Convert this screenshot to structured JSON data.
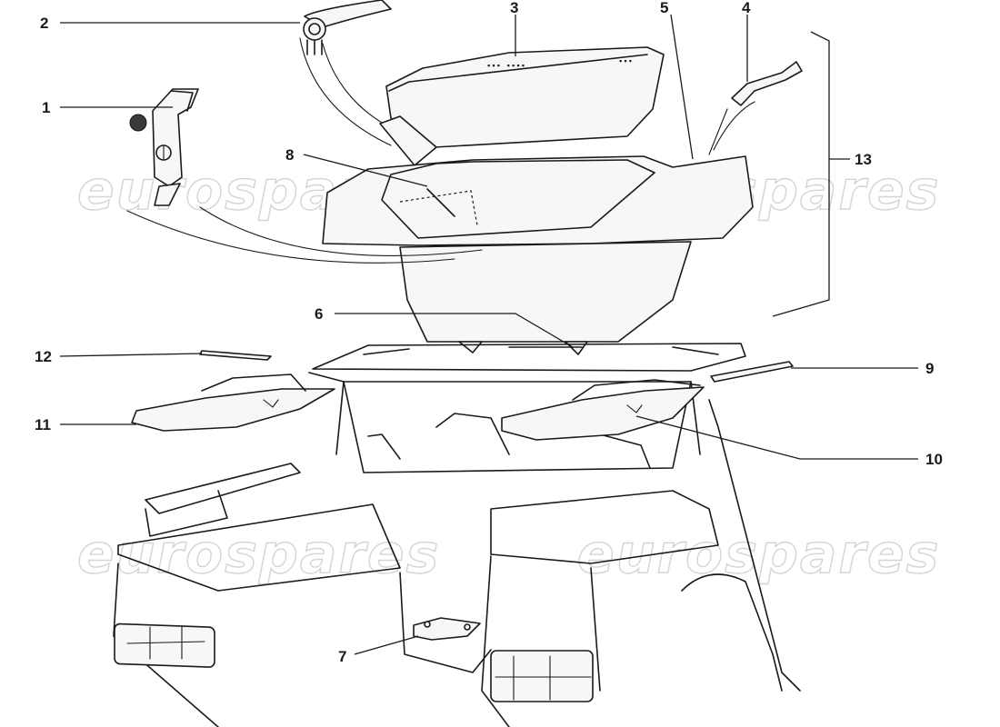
{
  "watermark": "eurospares",
  "callouts": [
    {
      "id": "1",
      "label": "1"
    },
    {
      "id": "2",
      "label": "2"
    },
    {
      "id": "3",
      "label": "3"
    },
    {
      "id": "4",
      "label": "4"
    },
    {
      "id": "5",
      "label": "5"
    },
    {
      "id": "6",
      "label": "6"
    },
    {
      "id": "7",
      "label": "7"
    },
    {
      "id": "8",
      "label": "8"
    },
    {
      "id": "9",
      "label": "9"
    },
    {
      "id": "10",
      "label": "10"
    },
    {
      "id": "11",
      "label": "11"
    },
    {
      "id": "12",
      "label": "12"
    },
    {
      "id": "13",
      "label": "13"
    }
  ],
  "colors": {
    "ink": "#1a1a1a",
    "paper": "#ffffff",
    "watermark": "#d4d4d4"
  }
}
